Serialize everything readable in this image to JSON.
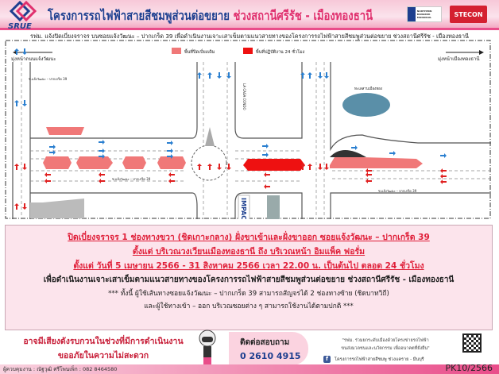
{
  "header": {
    "title_main": "โครงการรถไฟฟ้าสายสีชมพูส่วนต่อขยาย",
    "title_accent": "ช่วงสถานีศรีรัช - เมืองทองธานี",
    "logo_text": "SRUE",
    "partner1": "NORTHERN BANGKOK MONORAIL",
    "partner2": "STECON"
  },
  "subtitle": "รฟม. แจ้งปิดเบี่ยงจราจร บนซอยแจ้งวัฒนะ – ปากเกร็ด 39 เพื่อดำเนินงานเจาะเสาเข็มตามแนวสายทางของโครงการรถไฟฟ้าสายสีชมพูส่วนต่อขยาย ช่วงสถานีศรีรัช - เมืองทองธานี",
  "map": {
    "dir_left": "มุ่งหน้าถนนแจ้งวัฒนะ",
    "dir_right": "มุ่งหน้าเมืองทองธานี",
    "legend_original": "พื้นที่ปิดเบี่ยงเดิม",
    "legend_24h": "พื้นที่ปฏิบัติงาน 24 ชั่วโมง",
    "road_label": "ซ.แจ้งวัฒนะ – ปากเกร็ด 39",
    "landmark_lake": "ทะเลสาบเมืองทอง",
    "condo": "LA CASA CONDO",
    "impact": "IMPACT",
    "legend_colors": {
      "original": "#f07878",
      "h24": "#ee1111"
    }
  },
  "notice": {
    "line1": "ปิดเบี่ยงจราจร 1 ช่องทางขวา (ชิดเกาะกลาง) ฝั่งขาเข้าและฝั่งขาออก ซอยแจ้งวัฒนะ – ปากเกร็ด 39",
    "line2": "ตั้งแต่ บริเวณวงเวียนเมืองทองธานี ถึง บริเวณหน้า อิมแพ็ค ฟอรั่ม",
    "line3": "ตั้งแต่ วันที่ 5 เมษายน 2566 - 31 สิงหาคม 2566 เวลา 22.00 น. เป็นต้นไป ตลอด 24 ชั่วโมง",
    "line4": "เพื่อดำเนินงานเจาะเสาเข็มตามแนวสายทางของโครงการรถไฟฟ้าสายสีชมพูส่วนต่อขยาย ช่วงสถานีศรีรัช - เมืองทองธานี",
    "line5": "*** ทั้งนี้ ผู้ใช้เส้นทางซอยแจ้งวัฒนะ – ปากเกร็ด 39 สามารถสัญจรได้ 2 ช่องทางซ้าย (ชิดบาทวิถี)",
    "line6": "และผู้ใช้ทางเข้า – ออก บริเวณซอยต่าง ๆ สามารถใช้งานได้ตามปกติ ***"
  },
  "footer": {
    "noise1": "อาจมีเสียงดังรบกวนในช่วงที่มีการดำเนินงาน",
    "noise2": "ขออภัยในความไม่สะดวก",
    "contact_label": "ติดต่อสอบถาม",
    "contact_phone": "0 2610 4915",
    "slogan1": "\"รฟม. ร่วมยกระดับเมืองด้วยโครงข่ายรถไฟฟ้า",
    "slogan2": "ขนส่งมวลชนและนวัตกรรม เพื่ออนาคตที่ยั่งยืน\"",
    "facebook": "โครงการรถไฟฟ้าสายสีชมพู ช่วงแคราย - มีนบุรี",
    "supervisor": "ผู้ควบคุมงาน : ณัฐวุฒิ ศรีโพนเพ็ก : 082 8464580",
    "code": "PK10/2566"
  }
}
